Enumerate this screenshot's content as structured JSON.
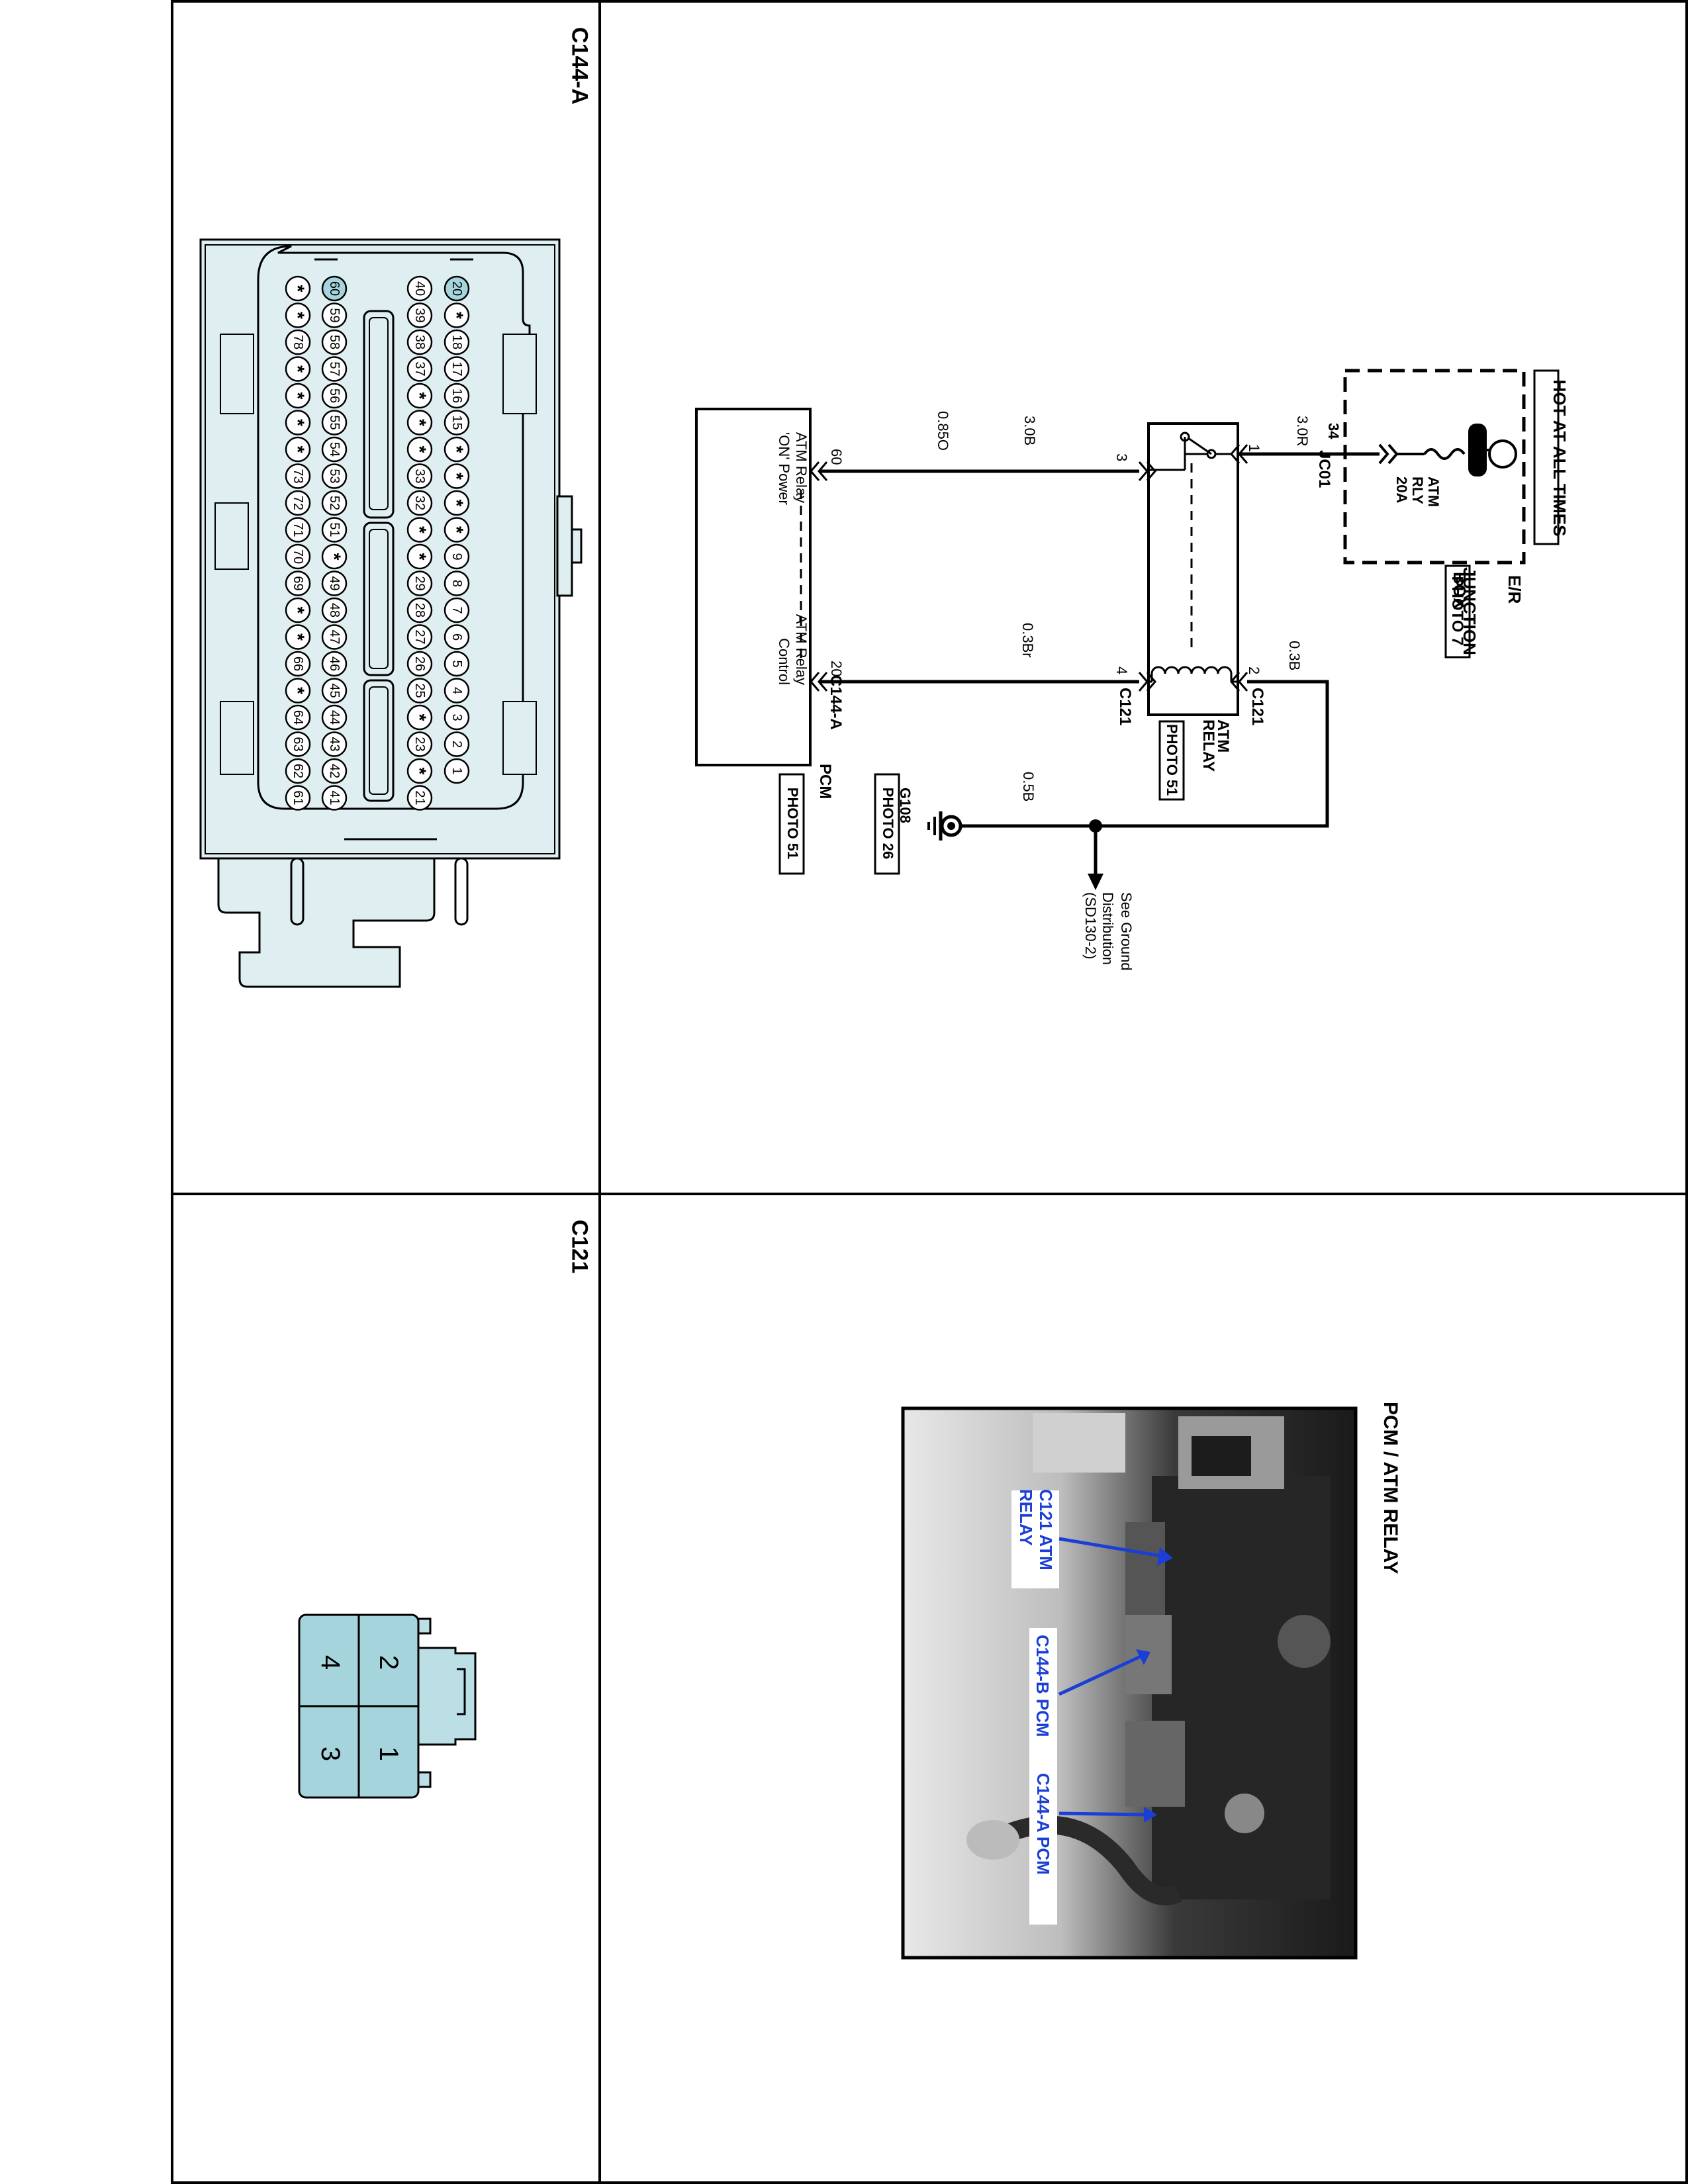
{
  "frame": {
    "border_color": "#000000"
  },
  "panels": {
    "connector_c144a": {
      "title": "C144-A"
    },
    "connector_c121": {
      "title": "C121"
    }
  },
  "schematic": {
    "hot_at_all_times": "HOT AT ALL TIMES",
    "junction_box": [
      "E/R",
      "JUNCTION",
      "BOX"
    ],
    "junction_box_photo": "PHOTO 7",
    "fuse": [
      "ATM",
      "RLY",
      "20A"
    ],
    "fuse_pin": "34",
    "fuse_connector": "JC01",
    "wire_30r": "3.0R",
    "wire_30b_top": "0.3B",
    "relay": [
      "ATM",
      "RELAY"
    ],
    "relay_photo": "PHOTO 51",
    "relay_pin_1": "1",
    "relay_pin_2": "2",
    "relay_pin_3": "3",
    "relay_pin_4": "4",
    "relay_conn_top": "C121",
    "relay_conn_bottom": "C121",
    "wire_30b": "3.0B",
    "wire_03br": "0.3Br",
    "wire_085o": "0.85O",
    "pcm_pin_60": "60",
    "pcm_pin_20": "20",
    "pcm_conn": "C144-A",
    "pcm_label_on_power": [
      "ATM Relay",
      "'ON' Power"
    ],
    "pcm_label_control": [
      "ATM Relay",
      "Control"
    ],
    "pcm": "PCM",
    "pcm_photo": "PHOTO 51",
    "wire_05b": "0.5B",
    "ground": "G108",
    "ground_photo": "PHOTO 26",
    "ground_dist": [
      "See Ground",
      "Distribution",
      "(SD130-2)"
    ]
  },
  "c144a_pins": {
    "row1": [
      "20",
      "*",
      "18",
      "17",
      "16",
      "15",
      "*",
      "*",
      "*",
      "*",
      "9",
      "8",
      "7",
      "6",
      "5",
      "4",
      "3",
      "2",
      "1"
    ],
    "row2": [
      "40",
      "39",
      "38",
      "37",
      "*",
      "*",
      "*",
      "33",
      "32",
      "*",
      "*",
      "29",
      "28",
      "27",
      "26",
      "25",
      "*",
      "23",
      "*",
      "21"
    ],
    "row3": [
      "60",
      "59",
      "58",
      "57",
      "56",
      "55",
      "54",
      "53",
      "52",
      "51",
      "*",
      "49",
      "48",
      "47",
      "46",
      "45",
      "44",
      "43",
      "42",
      "41"
    ],
    "row4": [
      "*",
      "*",
      "78",
      "*",
      "*",
      "*",
      "*",
      "73",
      "72",
      "71",
      "70",
      "69",
      "*",
      "*",
      "66",
      "*",
      "64",
      "63",
      "62",
      "61"
    ]
  },
  "c121_pins": [
    "2",
    "1",
    "4",
    "3"
  ],
  "photo": {
    "title": "PCM / ATM RELAY",
    "callout_1": [
      "C121 ATM",
      "RELAY"
    ],
    "callout_2": "C144-B PCM",
    "callout_3": "C144-A PCM",
    "callout_color": "#1a3fd6"
  }
}
